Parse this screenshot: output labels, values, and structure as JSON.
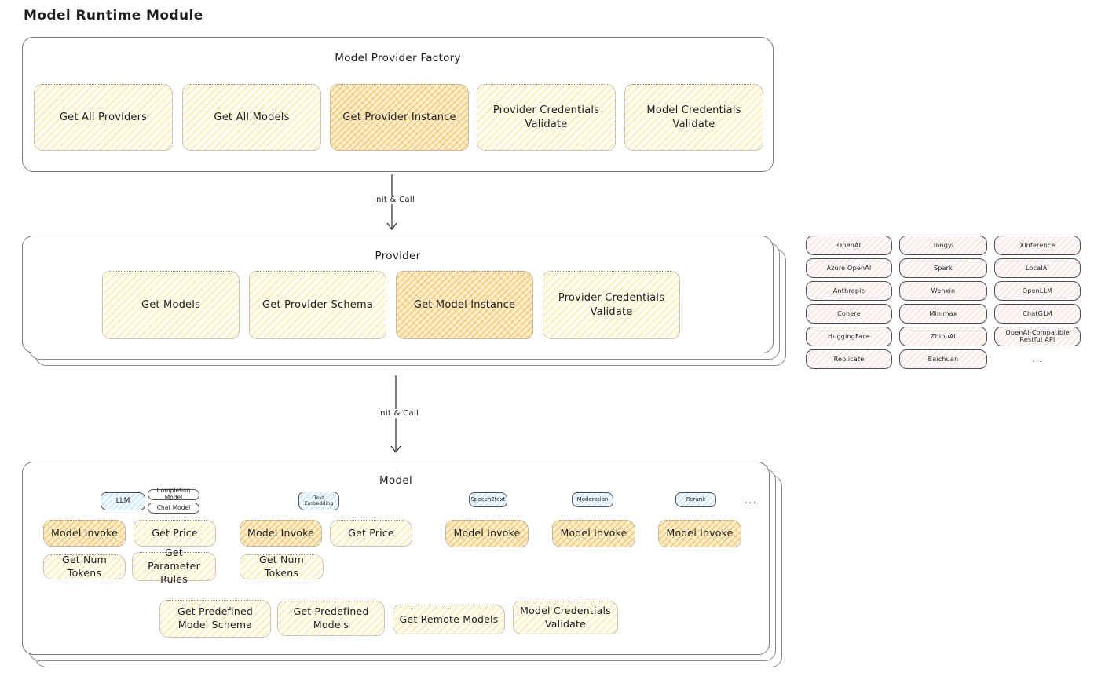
{
  "page": {
    "title": "Model Runtime Module"
  },
  "palette": {
    "node_yellow_hatch": "#f7de8a",
    "node_highlight_hatch": "#f2b84e",
    "provider_pink_hatch": "#f6caca",
    "tag_blue_hatch": "#a5d8ff",
    "ink": "#1e1e1e",
    "border_gray": "#7c7c7c"
  },
  "arrows": {
    "label_1": "Init & Call",
    "label_2": "Init & Call"
  },
  "factory": {
    "title": "Model Provider Factory",
    "buttons": [
      {
        "label": "Get All Providers"
      },
      {
        "label": "Get All Models"
      },
      {
        "label": "Get Provider Instance"
      },
      {
        "label": "Provider Credentials Validate"
      },
      {
        "label": "Model Credentials Validate"
      }
    ]
  },
  "provider": {
    "title": "Provider",
    "buttons": [
      {
        "label": "Get Models"
      },
      {
        "label": "Get Provider Schema"
      },
      {
        "label": "Get Model Instance"
      },
      {
        "label": "Provider Credentials Validate"
      }
    ]
  },
  "provider_list": {
    "items": [
      "OpenAI",
      "Tongyi",
      "Xinference",
      "Azure OpenAI",
      "Spark",
      "LocalAI",
      "Anthropic",
      "Wenxin",
      "OpenLLM",
      "Cohere",
      "Minimax",
      "ChatGLM",
      "HuggingFace",
      "ZhipuAI",
      "OpenAI-Compatible Restful API",
      "Replicate",
      "Baichuan"
    ],
    "ellipsis": "..."
  },
  "model": {
    "title": "Model",
    "tags": {
      "llm": "LLM",
      "completion_model": "Completion Model",
      "chat_model": "Chat Model",
      "text_embedding": "Text Embedding",
      "speech2text": "Speech2text",
      "moderation": "Moderation",
      "rerank": "Rerank",
      "ellipsis": "..."
    },
    "actions": {
      "model_invoke": "Model Invoke",
      "get_price": "Get Price",
      "get_num_tokens": "Get Num Tokens",
      "get_parameter_rules": "Get Parameter Rules",
      "get_predefined_model_schema": "Get Predefined Model Schema",
      "get_predefined_models": "Get Predefined Models",
      "get_remote_models": "Get Remote Models",
      "model_credentials_validate": "Model Credentials Validate"
    }
  }
}
